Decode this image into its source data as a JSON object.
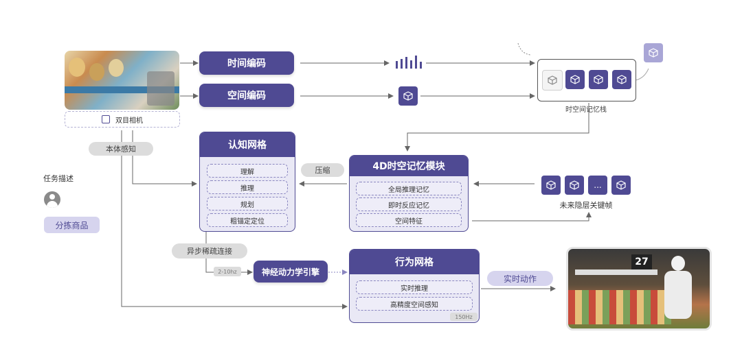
{
  "camera": {
    "label": "双目相机"
  },
  "encoders": {
    "time": "时间编码",
    "space": "空间编码"
  },
  "memory_stack": {
    "label": "时空间记忆栈"
  },
  "cognitive_grid": {
    "title": "认知网格",
    "items": [
      "理解",
      "推理",
      "规划",
      "粗锚定定位"
    ]
  },
  "memory_module": {
    "title": "4D时空记忆模块",
    "items": [
      "全局推理记忆",
      "即时反应记忆",
      "空间特征"
    ]
  },
  "compress_label": "压缩",
  "future_frames": {
    "label": "未来隐层关键帧",
    "ellipsis": "..."
  },
  "ontology_label": "本体感知",
  "task": {
    "label": "任务描述",
    "value": "分拣商品"
  },
  "async_label": "异步稀疏连接",
  "freq_low": "2-10hz",
  "neural_engine": "神经动力学引擎",
  "behavior_grid": {
    "title": "行为网格",
    "items": [
      "实时推理",
      "高精度空间感知"
    ],
    "freq": "150Hz"
  },
  "action_label": "实时动作",
  "robot_sign": "27",
  "colors": {
    "accent": "#4f4a93",
    "card_bg": "#e9e8f5",
    "pill_gray": "#dcdcdc",
    "lavender": "#d6d4ee"
  }
}
